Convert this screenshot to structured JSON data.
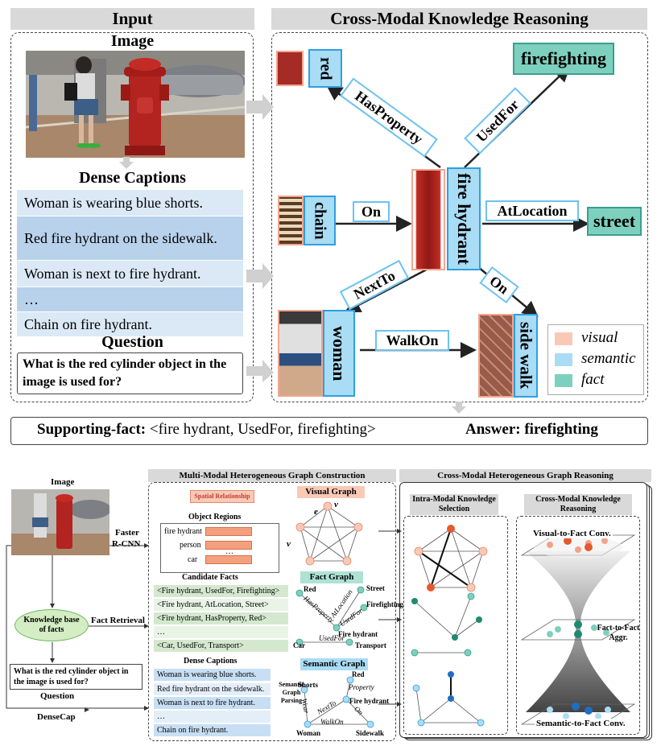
{
  "top": {
    "input_header": "Input",
    "image_label": "Image",
    "dense_captions_label": "Dense Captions",
    "captions": [
      "Woman is wearing blue shorts.",
      "Red fire hydrant on the sidewalk.",
      "Woman is next to fire hydrant.",
      "…",
      "Chain on fire hydrant."
    ],
    "question_label": "Question",
    "question": "What is the red cylinder object in the image is used for?",
    "reasoning_header": "Cross-Modal Knowledge Reasoning",
    "nodes": {
      "red": "red",
      "firefighting": "firefighting",
      "chain": "chain",
      "fire_hydrant": "fire hydrant",
      "street": "street",
      "woman": "woman",
      "side_walk": "side walk"
    },
    "relations": {
      "has_property": "HasProperty",
      "used_for": "UsedFor",
      "on1": "On",
      "at_location": "AtLocation",
      "next_to": "NextTo",
      "on2": "On",
      "walk_on": "WalkOn"
    },
    "legend": {
      "visual": "visual",
      "semantic": "semantic",
      "fact": "fact"
    },
    "supporting_label": "Supporting-fact:",
    "supporting_value": "<fire hydrant, UsedFor, firefighting>",
    "answer_label": "Answer:",
    "answer_value": "firefighting",
    "colors": {
      "visual": "#f9c9b6",
      "semantic": "#a9dcf5",
      "fact": "#7ed0be"
    }
  },
  "bottom": {
    "image_label": "Image",
    "faster_rcnn": "Faster\nR-CNN",
    "faster": "Faster",
    "rcnn": "R-CNN",
    "kb": "Knowledge base of facts",
    "fact_retrieval": "Fact Retrieval",
    "question": "What is the red cylinder object in the image is used for?",
    "question_label": "Question",
    "densecap": "DenseCap",
    "mmhgc_header": "Multi-Modal Heterogeneous Graph Construction",
    "cmhgr_header": "Cross-Modal Heterogeneous Graph Reasoning",
    "spatial": "Spatial Relationship",
    "visual_graph": "Visual Graph",
    "object_regions": "Object Regions",
    "regions": [
      "fire hydrant",
      "person",
      "car"
    ],
    "ellipsis": "…",
    "candidate_facts": "Candidate Facts",
    "facts": [
      "<Fire hydrant, UsedFor, Firefighting>",
      "<Fire hydrant, AtLocation, Street>",
      "<Fire hydrant, HasProperty, Red>",
      "…",
      "<Car, UsedFor, Transport>"
    ],
    "fact_graph": "Fact Graph",
    "dense_captions": "Dense Captions",
    "captions": [
      "Woman is wearing blue shorts.",
      "Red fire hydrant on the sidewalk.",
      "Woman is next to fire hydrant.",
      "…",
      "Chain on fire hydrant."
    ],
    "semantic_graph": "Semantic Graph",
    "sgp": "Semantic Graph Parsing",
    "intra_modal": "Intra-Modal Knowledge Selection",
    "cross_modal": "Cross-Modal Knowledge Reasoning",
    "v2f": "Visual-to-Fact Conv.",
    "f2f": "Fact-to-Fact Aggr.",
    "s2f": "Semantic-to-Fact Conv.",
    "fg_nodes": {
      "red": "Red",
      "street": "Street",
      "firefighting": "Firefighting",
      "fire_hydrant": "Fire hydrant",
      "car": "Car",
      "transport": "Transport"
    },
    "fg_edges": {
      "has_property": "HasProperty",
      "at_location": "AtLocation",
      "used_for": "UsedFor",
      "used_for2": "UsedFor"
    },
    "sg_nodes": {
      "red": "Red",
      "shorts": "Shorts",
      "fire_hydrant": "Fire hydrant",
      "woman": "Woman",
      "sidewalk": "Sidewalk"
    },
    "sg_edges": {
      "property": "Property",
      "wear": "Wear",
      "next_to": "NextTo",
      "on": "On",
      "walk_on": "WalkOn"
    },
    "vg_labels": {
      "eij": "e",
      "vi": "v",
      "vj": "v"
    }
  }
}
